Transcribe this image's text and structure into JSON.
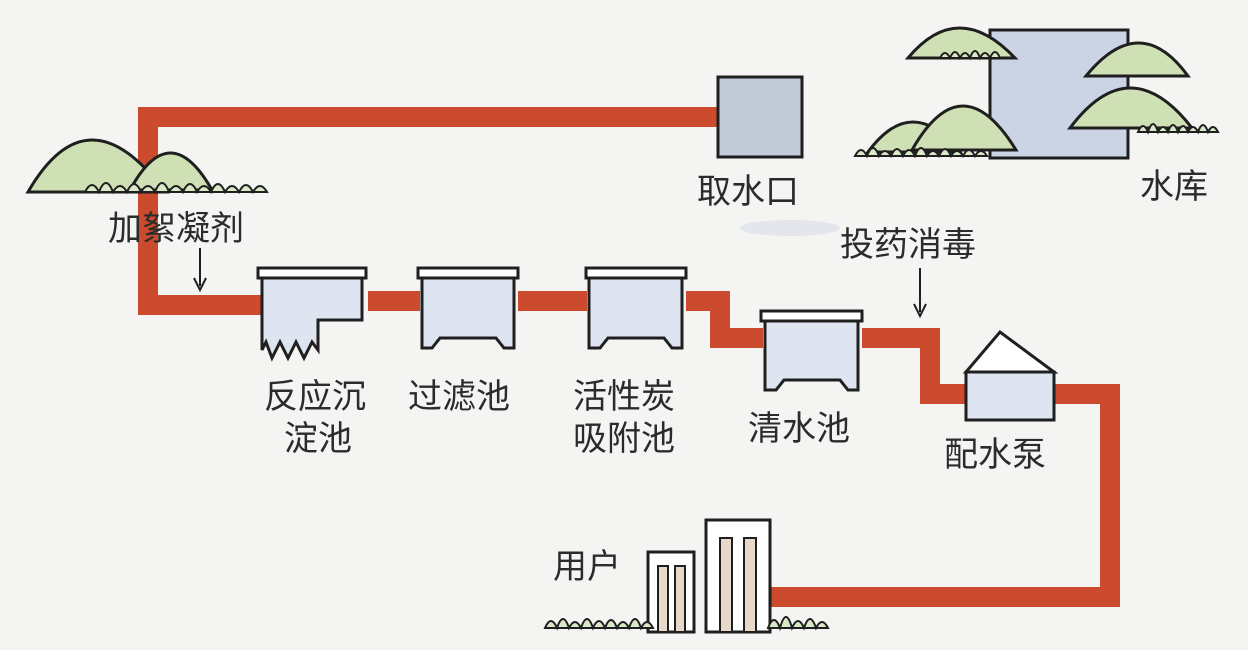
{
  "colors": {
    "pipe": "#cc4a2e",
    "tank_fill": "#dfe5f0",
    "hill_fill": "#cfe1b4",
    "reservoir_fill": "#cbd4e4",
    "intake_fill": "#c3cad8",
    "background": "#f4f4f2"
  },
  "labels": {
    "reservoir": "水库",
    "intake": "取水口",
    "flocculant": "加絮凝剂",
    "sedimentation_line1": "反应沉",
    "sedimentation_line2": "淀池",
    "filter": "过滤池",
    "carbon_line1": "活性炭",
    "carbon_line2": "吸附池",
    "clear_water": "清水池",
    "disinfection": "投药消毒",
    "pump": "配水泵",
    "user": "用户"
  },
  "icons": [
    "hill-icon",
    "bush-icon",
    "building-icon",
    "arrow-down-icon"
  ]
}
